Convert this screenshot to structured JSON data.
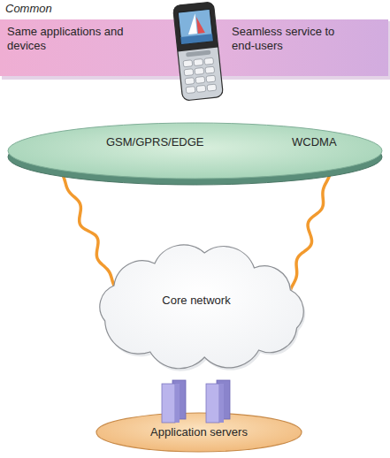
{
  "diagram": {
    "nodes": [
      {
        "text": [
          "Common",
          "Same applications and devices",
          "Seamless service to end-users"
        ]
      },
      {
        "text": [
          "GSM/GPRS/EDGE",
          "WCDMA"
        ]
      },
      {
        "text": [
          "Core network"
        ]
      },
      {
        "text": [
          "Application servers"
        ]
      }
    ],
    "edges": [
      {
        "from": 1,
        "to": 2,
        "arrow": "none"
      },
      {
        "from": 1,
        "to": 2,
        "arrow": "none"
      }
    ]
  }
}
